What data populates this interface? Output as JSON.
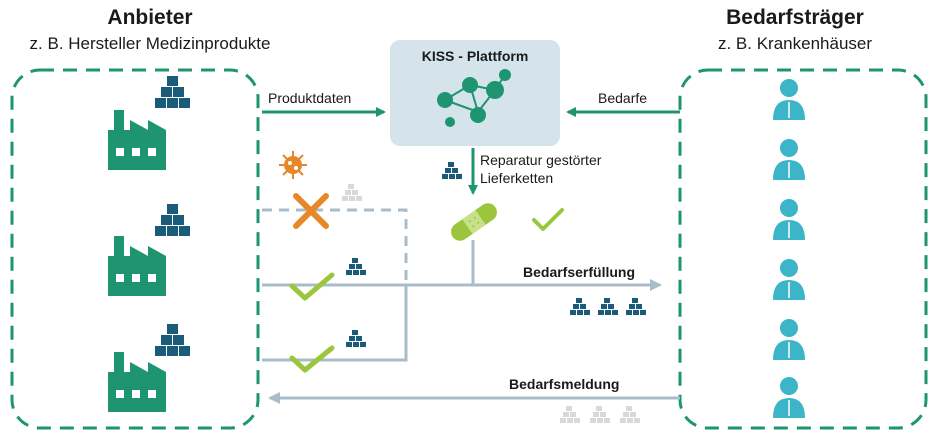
{
  "provider": {
    "title": "Anbieter",
    "subtitle": "z. B. Hersteller Medizinprodukte"
  },
  "demand": {
    "title": "Bedarfsträger",
    "subtitle": "z. B. Krankenhäuser"
  },
  "platform": {
    "title": "KISS - Plattform"
  },
  "flows": {
    "product_data": "Produktdaten",
    "needs": "Bedarfe",
    "repair": "Reparatur gestörter",
    "repair_2": "Lieferketten",
    "fulfillment": "Bedarfserfüllung",
    "reporting": "Bedarfsmeldung"
  },
  "colors": {
    "green": "#1e9470",
    "blue": "#1a5b7a",
    "teal_box": "#d4e4ea",
    "arrow_grey": "#a9bcc9",
    "lime": "#9bc53d",
    "orange": "#e8872a",
    "person": "#3bb5c7"
  }
}
